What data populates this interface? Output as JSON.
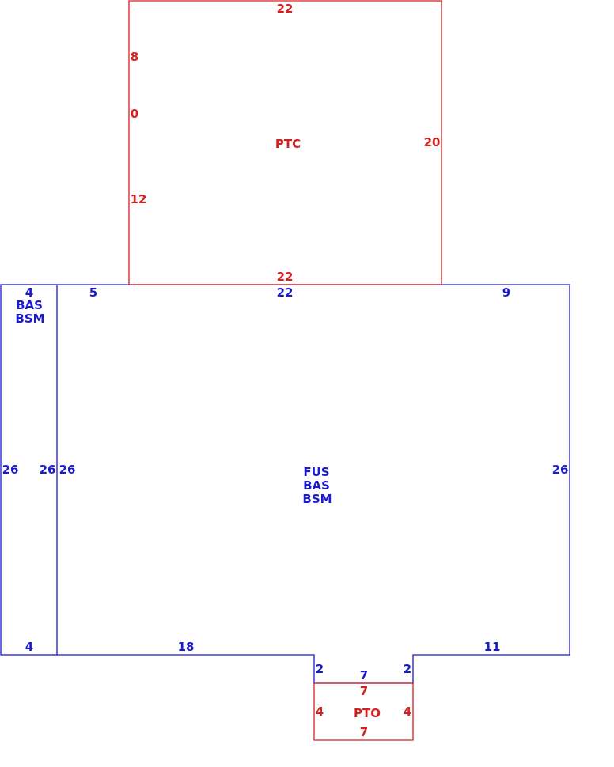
{
  "colors": {
    "patio_line": "#d62020",
    "building_line": "#1a1ad0"
  },
  "ptc": {
    "code": "PTC",
    "top": "22",
    "left_a": "8",
    "left_b": "0",
    "left_c": "12",
    "right": "20",
    "bottom": "22"
  },
  "bas_strip": {
    "codes": [
      "BAS",
      "BSM"
    ],
    "top": "4",
    "left": "26",
    "right": "26",
    "bottom": "4"
  },
  "main": {
    "codes": [
      "FUS",
      "BAS",
      "BSM"
    ],
    "top_left": "5",
    "top_mid": "22",
    "top_right": "9",
    "left": "26",
    "right": "26",
    "bottom_left": "18",
    "bottom_right": "11",
    "notch_left": "2",
    "notch_right": "2",
    "notch_bottom": "7"
  },
  "pto": {
    "code": "PTO",
    "top": "7",
    "left": "4",
    "right": "4",
    "bottom": "7"
  }
}
